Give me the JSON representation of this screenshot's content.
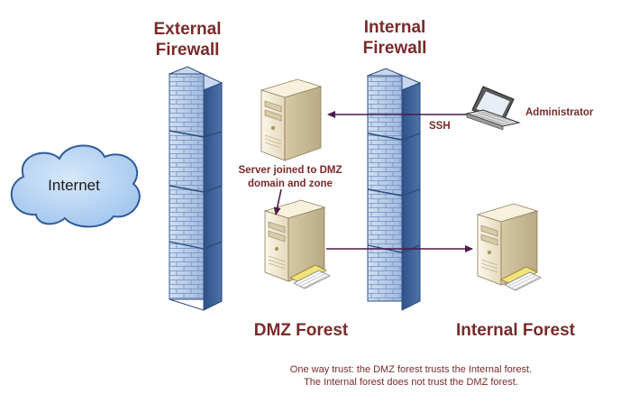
{
  "colors": {
    "heading": "#7a2a2a",
    "arrow": "#4a1a4a",
    "firewall_face": "#b8cbe6",
    "firewall_side": "#3a5f94",
    "cloud_fill": "#b7d3f1",
    "cloud_stroke": "#2e5b9a",
    "server_body": "#efe6cf"
  },
  "labels": {
    "external_firewall": [
      "External",
      "Firewall"
    ],
    "internal_firewall": [
      "Internal",
      "Firewall"
    ],
    "internet": "Internet",
    "administrator": "Administrator",
    "ssh": "SSH",
    "dmz_server_note": [
      "Server joined to DMZ",
      "domain and zone"
    ],
    "dmz_forest": "DMZ Forest",
    "internal_forest": "Internal Forest",
    "trust_caption": [
      "One way trust: the DMZ forest trusts the Internal forest.",
      "The Internal forest does not trust the DMZ  forest."
    ]
  },
  "icons": {
    "cloud": "internet-cloud-icon",
    "firewall": "brick-wall-firewall-icon",
    "server": "tower-server-icon",
    "laptop": "laptop-icon"
  }
}
